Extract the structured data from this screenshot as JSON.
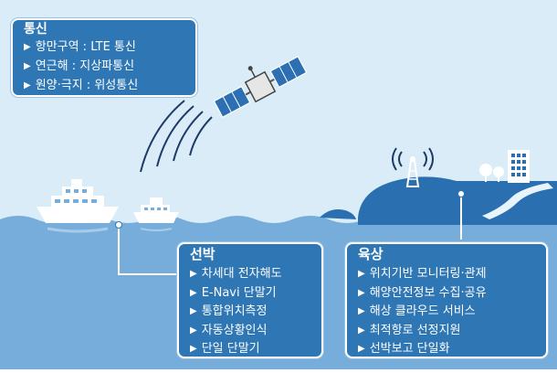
{
  "colors": {
    "sky": "#d9ecf8",
    "sea": "#76addb",
    "panel": "#2f76b4",
    "land": "#2a6fb0"
  },
  "communication": {
    "title": "통신",
    "items": [
      "항만구역 : LTE 통신",
      "연근해 : 지상파통신",
      "원양·극지 : 위성통신"
    ]
  },
  "vessel": {
    "title": "선박",
    "items": [
      "차세대 전자해도",
      "E-Navi 단말기",
      "통합위치측정",
      "자동상황인식",
      "단일 단말기"
    ]
  },
  "shore": {
    "title": "육상",
    "items": [
      "위치기반 모니터링·관제",
      "해양안전정보 수집·공유",
      "해상 클라우드 서비스",
      "최적항로 선정지원",
      "선박보고 단일화"
    ]
  },
  "icons": [
    "satellite-icon",
    "large-ship-icon",
    "small-ship-icon",
    "radio-tower-icon",
    "city-buildings-icon",
    "tree-icon"
  ]
}
